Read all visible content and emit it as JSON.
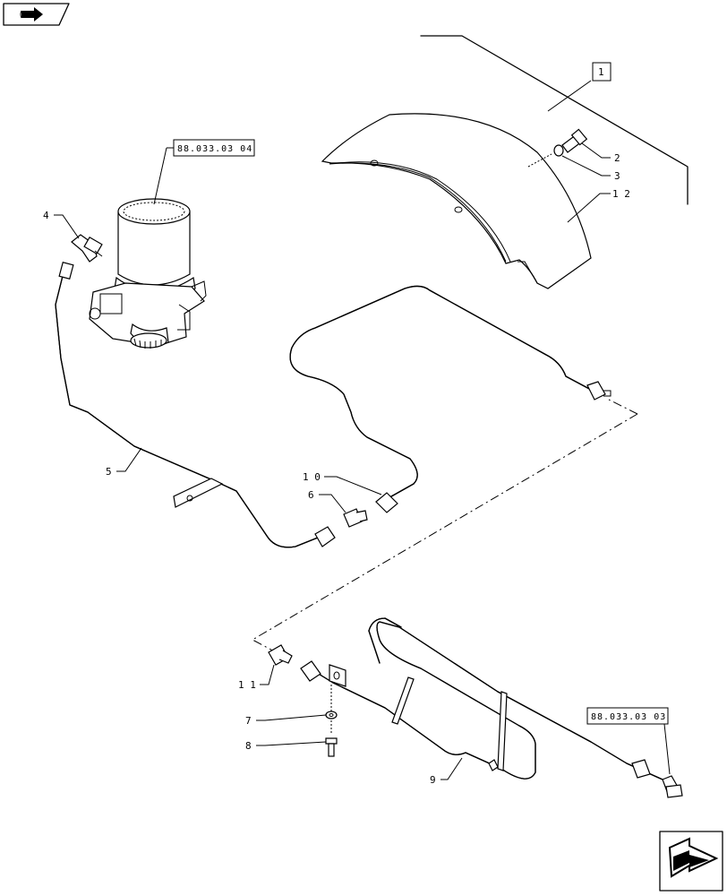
{
  "callouts": {
    "c1": "1",
    "c2": "2",
    "c3": "3",
    "c4": "4",
    "c5": "5",
    "c6": "6",
    "c7": "7",
    "c8": "8",
    "c9": "9",
    "c10": "1 0",
    "c11": "1 1",
    "c12": "1 2"
  },
  "references": {
    "ref_top": "88.033.03 04",
    "ref_bottom": "88.033.03 03"
  },
  "icons": {
    "top_left": "page-back-icon",
    "bottom_right": "page-next-icon"
  }
}
